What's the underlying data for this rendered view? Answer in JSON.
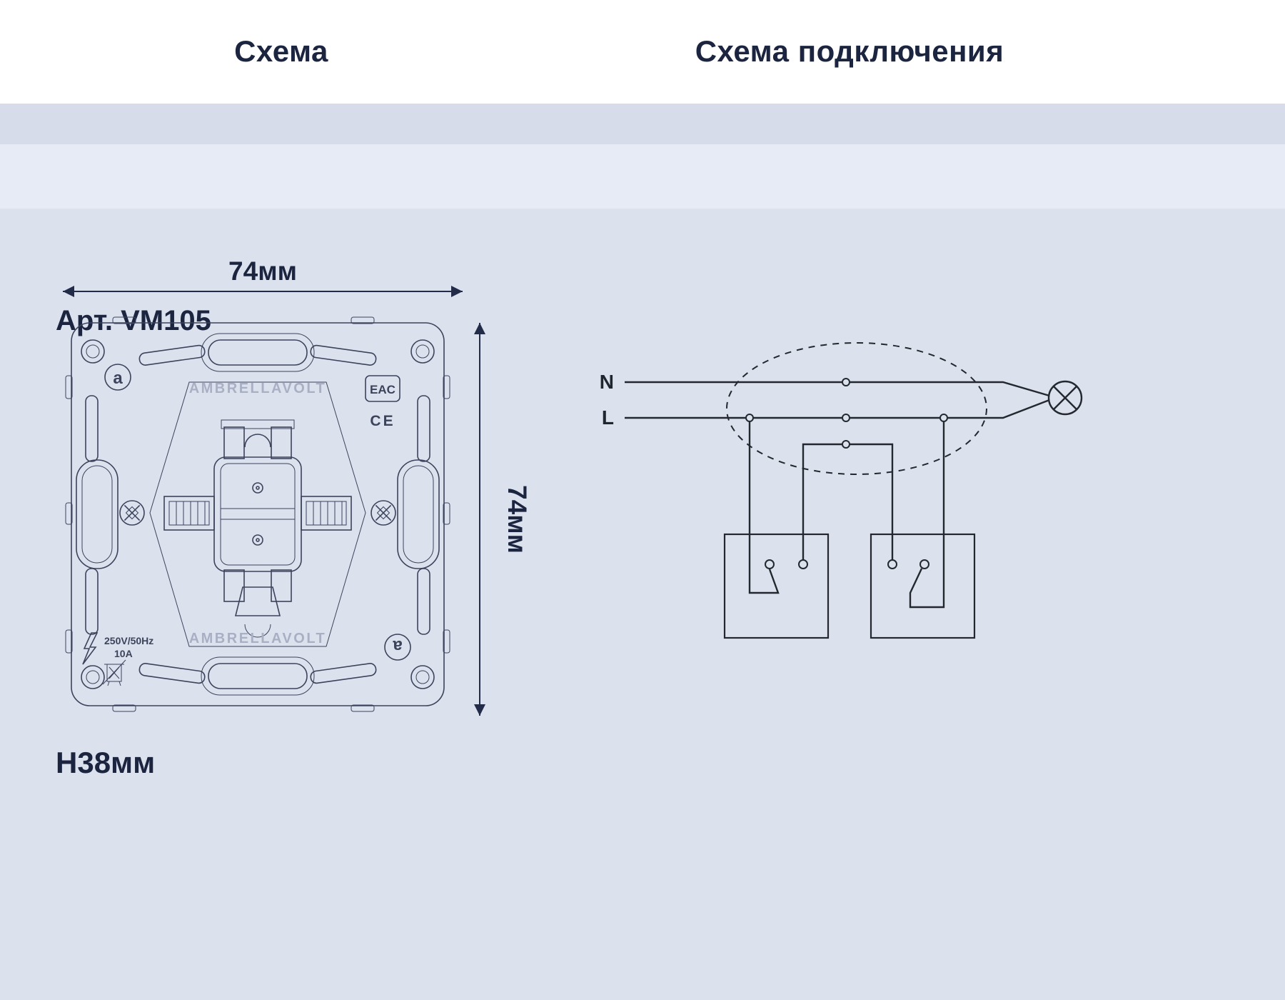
{
  "headers": {
    "left": "Схема",
    "right": "Схема подключения"
  },
  "article": "Арт. VM105",
  "dimensions": {
    "width": "74мм",
    "height": "74мм",
    "depth": "H38мм"
  },
  "mechanism": {
    "brand_top": "AMBRELLAVOLT",
    "brand_bottom": "AMBRELLAVOLT",
    "eac": "EAC",
    "ce": "CE",
    "voltage": "250V/50Hz",
    "current": "10A",
    "logo_letter": "a"
  },
  "wiring": {
    "neutral": "N",
    "line": "L"
  },
  "colors": {
    "background": "#dce1ee",
    "strip": "#e7ebf6",
    "ink": "#1c2540",
    "drawing_stroke": "#3c445c",
    "wire_stroke": "#23282f"
  }
}
